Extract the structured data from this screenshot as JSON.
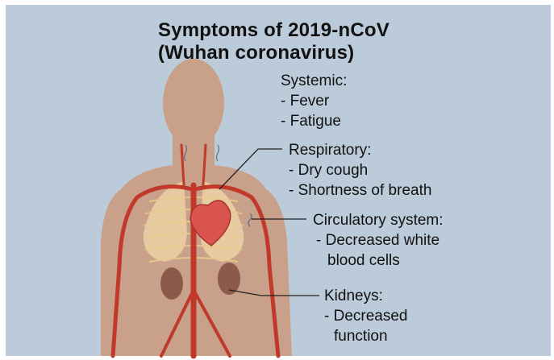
{
  "title": {
    "line1": "Symptoms of 2019-nCoV",
    "line2": "(Wuhan coronavirus)"
  },
  "groups": [
    {
      "heading": "Systemic:",
      "items": [
        "- Fever",
        "- Fatigue"
      ]
    },
    {
      "heading": "Respiratory:",
      "items": [
        "- Dry cough",
        "- Shortness of breath"
      ]
    },
    {
      "heading": "Circulatory system:",
      "items": [
        "- Decreased white",
        "blood cells"
      ]
    },
    {
      "heading": "Kidneys:",
      "items": [
        "- Decreased",
        "function"
      ]
    }
  ],
  "colors": {
    "background": "#bccbd9",
    "body": "#c9a08a",
    "artery": "#c0392b",
    "heart": "#d9534f",
    "lungs": "#f1d9a8",
    "kidney": "#8b5a4a",
    "text": "#111111"
  }
}
